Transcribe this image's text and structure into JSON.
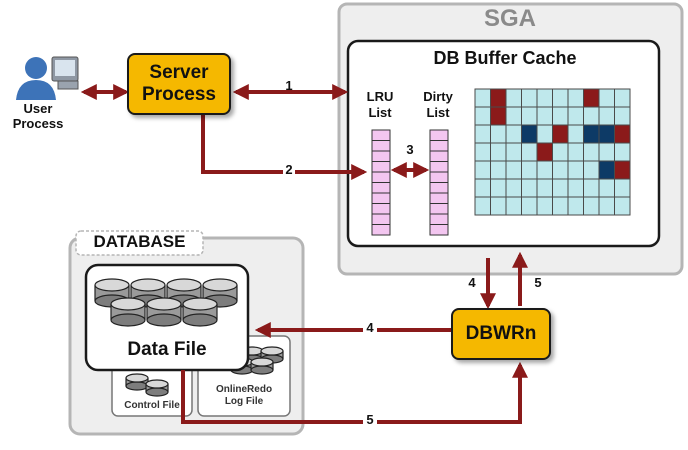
{
  "colors": {
    "arrow": "#8a1a1a",
    "gold": "#f5b800",
    "grid_fill": "#bfe8ec",
    "dirty_block": "#8b1a1a",
    "pinned_block": "#0d3a66",
    "list_fill": "#f3c6f0",
    "panel_grey": "#eeeeee"
  },
  "user": {
    "label_line1": "User",
    "label_line2": "Process",
    "icon": "user-at-computer-icon"
  },
  "server_process": {
    "line1": "Server",
    "line2": "Process"
  },
  "sga": {
    "title": "SGA",
    "buffer_cache": {
      "title": "DB Buffer Cache",
      "lru_line1": "LRU",
      "lru_line2": "List",
      "dirty_line1": "Dirty",
      "dirty_line2": "List"
    }
  },
  "database": {
    "title": "DATABASE",
    "data_file": "Data File",
    "control_file": "Control File",
    "redo_line1": "OnlineRedo",
    "redo_line2": "Log File"
  },
  "dbwr": {
    "label": "DBWRn"
  },
  "arrows": {
    "a1": "1",
    "a2": "2",
    "a3": "3",
    "a4_up": "4",
    "a5_up": "5",
    "a4_left": "4",
    "a5_bottom": "5"
  }
}
